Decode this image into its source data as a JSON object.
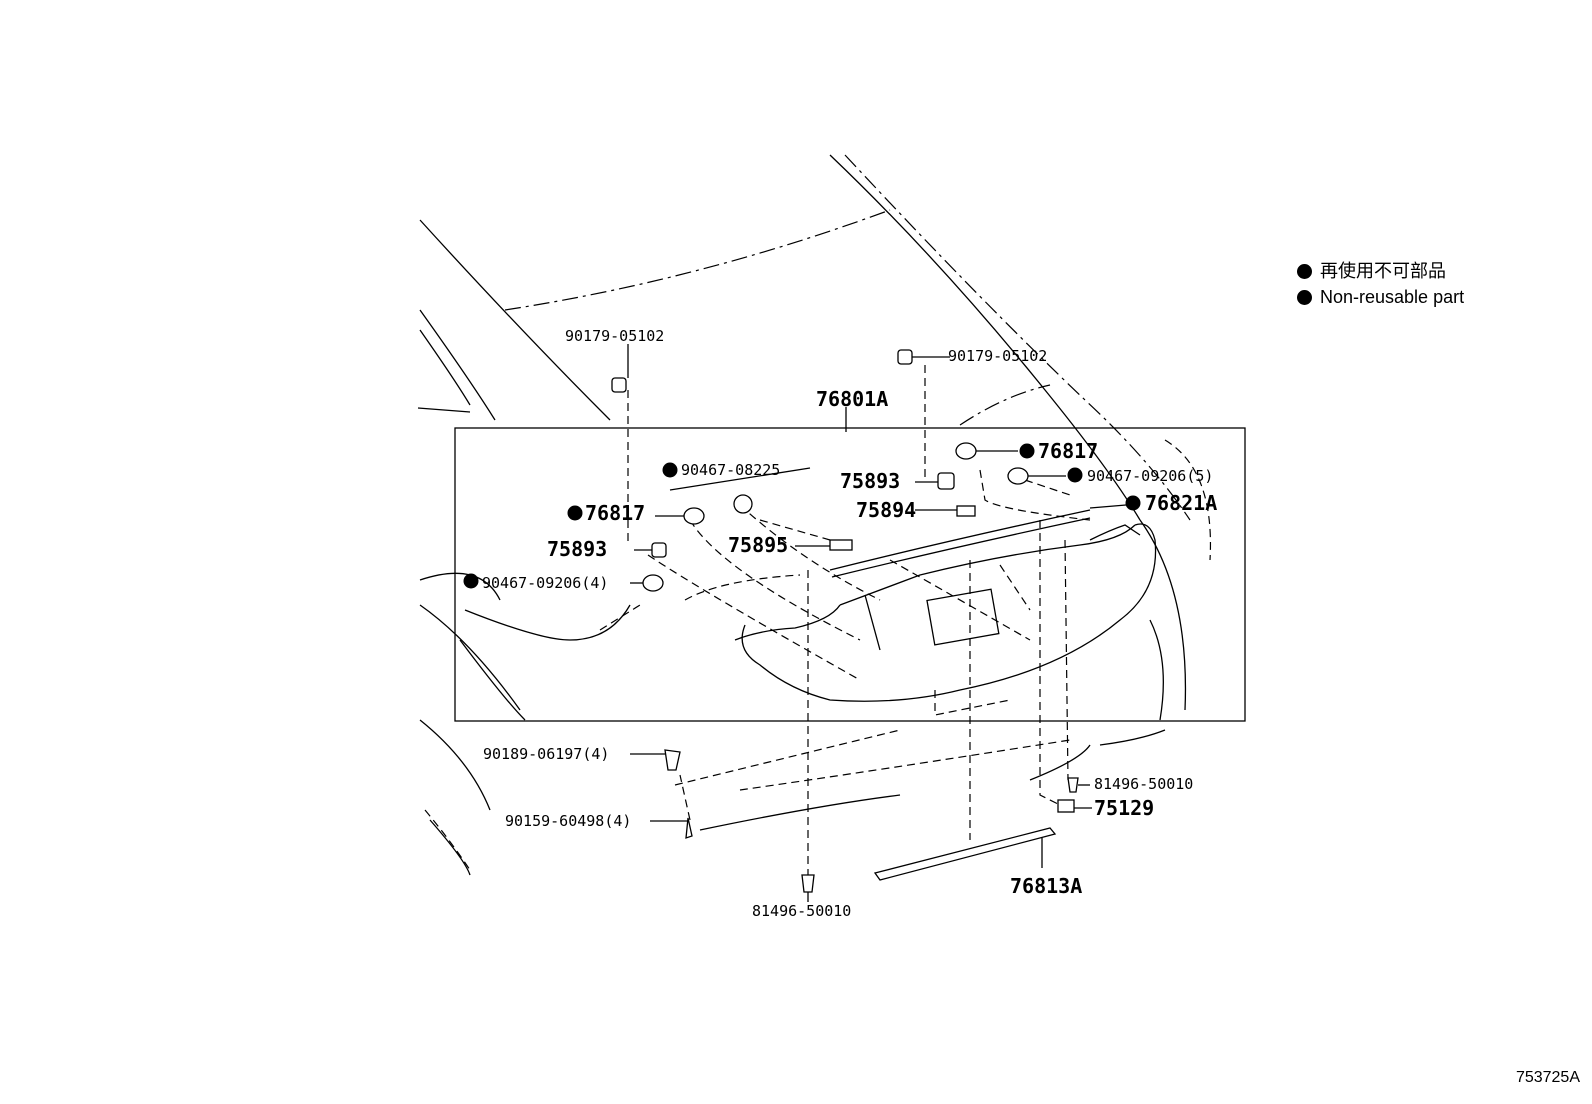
{
  "legend": {
    "items": [
      {
        "label": "再使用不可部品"
      },
      {
        "label": "Non-reusable part"
      }
    ]
  },
  "diagram_code": "753725A",
  "labels": {
    "p90179_left": "90179-05102",
    "p90179_right": "90179-05102",
    "p76801A": "76801A",
    "p90467_08225": "90467-08225",
    "p76817_left": "76817",
    "p75893_left": "75893",
    "p90467_09206_4": "90467-09206(4)",
    "p76817_right": "76817",
    "p90467_09206_5": "90467-09206(5)",
    "p75893_right": "75893",
    "p75894": "75894",
    "p75895": "75895",
    "p76821A": "76821A",
    "p90189": "90189-06197(4)",
    "p90159": "90159-60498(4)",
    "p81496_bottom": "81496-50010",
    "p81496_right": "81496-50010",
    "p75129": "75129",
    "p76813A": "76813A"
  }
}
